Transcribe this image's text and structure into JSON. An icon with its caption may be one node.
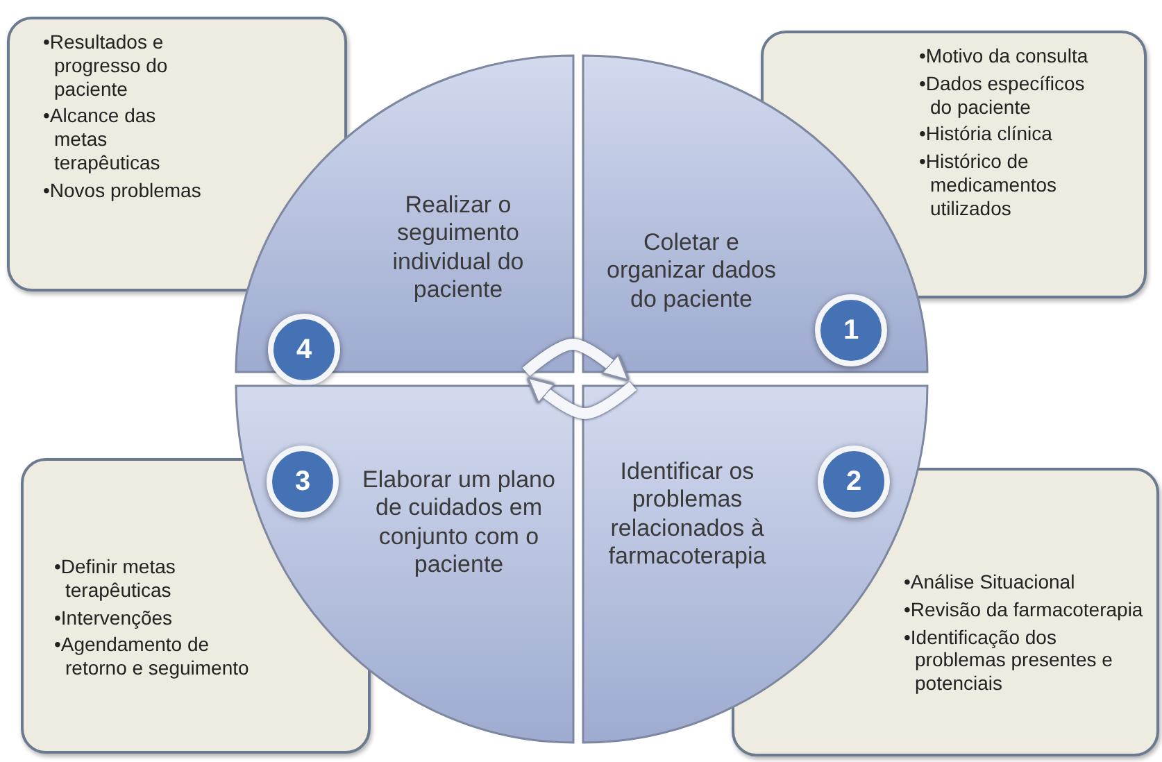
{
  "diagram": {
    "nodes": [
      {
        "text": [
          "•Resultados e progresso do paciente",
          "•Alcance das metas terapêuticas",
          "•Novos problemas"
        ]
      },
      {
        "text": [
          "•Motivo da consulta",
          "•Dados específicos do paciente",
          "•História clínica",
          "•Histórico de medicamentos utilizados"
        ]
      },
      {
        "text": [
          "Realizar o seguimento individual do paciente"
        ]
      },
      {
        "text": [
          "4"
        ],
        "in": 2
      },
      {
        "text": [
          "Coletar e organizar dados do paciente"
        ]
      },
      {
        "text": [
          "1"
        ],
        "in": 4
      },
      {
        "text": [
          "Elaborar um plano de cuidados em conjunto com o paciente"
        ]
      },
      {
        "text": [
          "3"
        ],
        "in": 6
      },
      {
        "text": [
          "Identificar os problemas relacionados à farmacoterapia"
        ]
      },
      {
        "text": [
          "2"
        ],
        "in": 8
      },
      {
        "text": [
          "•Definir metas terapêuticas",
          "•Intervenções",
          "•Agendamento de retorno e seguimento"
        ]
      },
      {
        "text": [
          "•Análise Situacional",
          "•Revisão da farmacoterapia",
          "•Identificação dos problemas presentes e potenciais"
        ]
      }
    ],
    "edges": [
      {
        "from": 2,
        "to": 4,
        "arrow": "to"
      },
      {
        "from": 8,
        "to": 6,
        "arrow": "to"
      }
    ]
  }
}
